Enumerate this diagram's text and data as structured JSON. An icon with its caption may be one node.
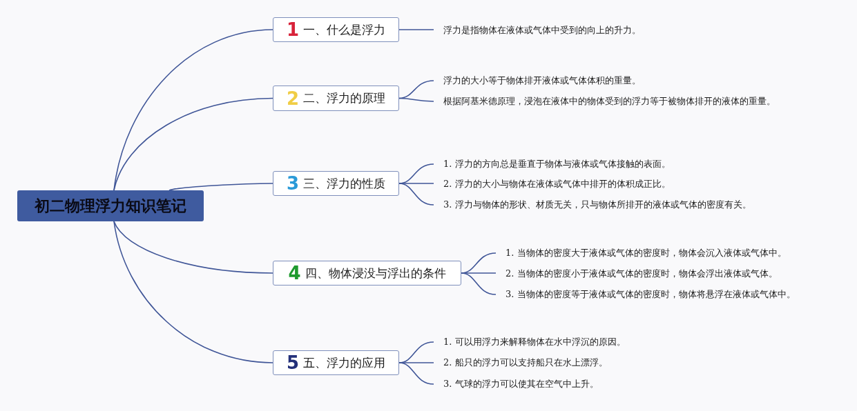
{
  "diagram": {
    "nodes": [
      {
        "text": [
          "初二物理浮力知识笔记"
        ]
      },
      {
        "text": [
          "1",
          "一、什么是浮力"
        ]
      },
      {
        "text": [
          "2",
          "二、浮力的原理"
        ]
      },
      {
        "text": [
          "3",
          "三、浮力的性质"
        ]
      },
      {
        "text": [
          "4",
          "四、物体浸没与浮出的条件"
        ]
      },
      {
        "text": [
          "5",
          "五、浮力的应用"
        ]
      },
      {
        "text": [
          "浮力是指物体在液体或气体中受到的向上的升力。"
        ]
      },
      {
        "text": [
          "浮力的大小等于物体排开液体或气体体积的重量。"
        ]
      },
      {
        "text": [
          "根据阿基米德原理，浸泡在液体中的物体受到的浮力等于被物体排开的液体的重量。"
        ]
      },
      {
        "text": [
          "1. 浮力的方向总是垂直于物体与液体或气体接触的表面。"
        ]
      },
      {
        "text": [
          "2. 浮力的大小与物体在液体或气体中排开的体积成正比。"
        ]
      },
      {
        "text": [
          "3. 浮力与物体的形状、材质无关，只与物体所排开的液体或气体的密度有关。"
        ]
      },
      {
        "text": [
          "1. 当物体的密度大于液体或气体的密度时，物体会沉入液体或气体中。"
        ]
      },
      {
        "text": [
          "2. 当物体的密度小于液体或气体的密度时，物体会浮出液体或气体。"
        ]
      },
      {
        "text": [
          "3. 当物体的密度等于液体或气体的密度时，物体将悬浮在液体或气体中。"
        ]
      },
      {
        "text": [
          "1. 可以用浮力来解释物体在水中浮沉的原因。"
        ]
      },
      {
        "text": [
          "2. 船只的浮力可以支持船只在水上漂浮。"
        ]
      },
      {
        "text": [
          "3. 气球的浮力可以使其在空气中上升。"
        ]
      }
    ],
    "edges": [
      {
        "from": 0,
        "to": 1,
        "arrow": "none"
      },
      {
        "from": 0,
        "to": 2,
        "arrow": "none"
      },
      {
        "from": 0,
        "to": 3,
        "arrow": "none"
      },
      {
        "from": 0,
        "to": 4,
        "arrow": "none"
      },
      {
        "from": 0,
        "to": 5,
        "arrow": "none"
      },
      {
        "from": 1,
        "to": 6,
        "arrow": "none"
      },
      {
        "from": 2,
        "to": 7,
        "arrow": "none"
      },
      {
        "from": 2,
        "to": 8,
        "arrow": "none"
      },
      {
        "from": 3,
        "to": 9,
        "arrow": "none"
      },
      {
        "from": 3,
        "to": 10,
        "arrow": "none"
      },
      {
        "from": 3,
        "to": 11,
        "arrow": "none"
      },
      {
        "from": 4,
        "to": 12,
        "arrow": "none"
      },
      {
        "from": 4,
        "to": 13,
        "arrow": "none"
      },
      {
        "from": 4,
        "to": 14,
        "arrow": "none"
      },
      {
        "from": 5,
        "to": 15,
        "arrow": "none"
      },
      {
        "from": 5,
        "to": 16,
        "arrow": "none"
      },
      {
        "from": 5,
        "to": 17,
        "arrow": "none"
      }
    ]
  }
}
